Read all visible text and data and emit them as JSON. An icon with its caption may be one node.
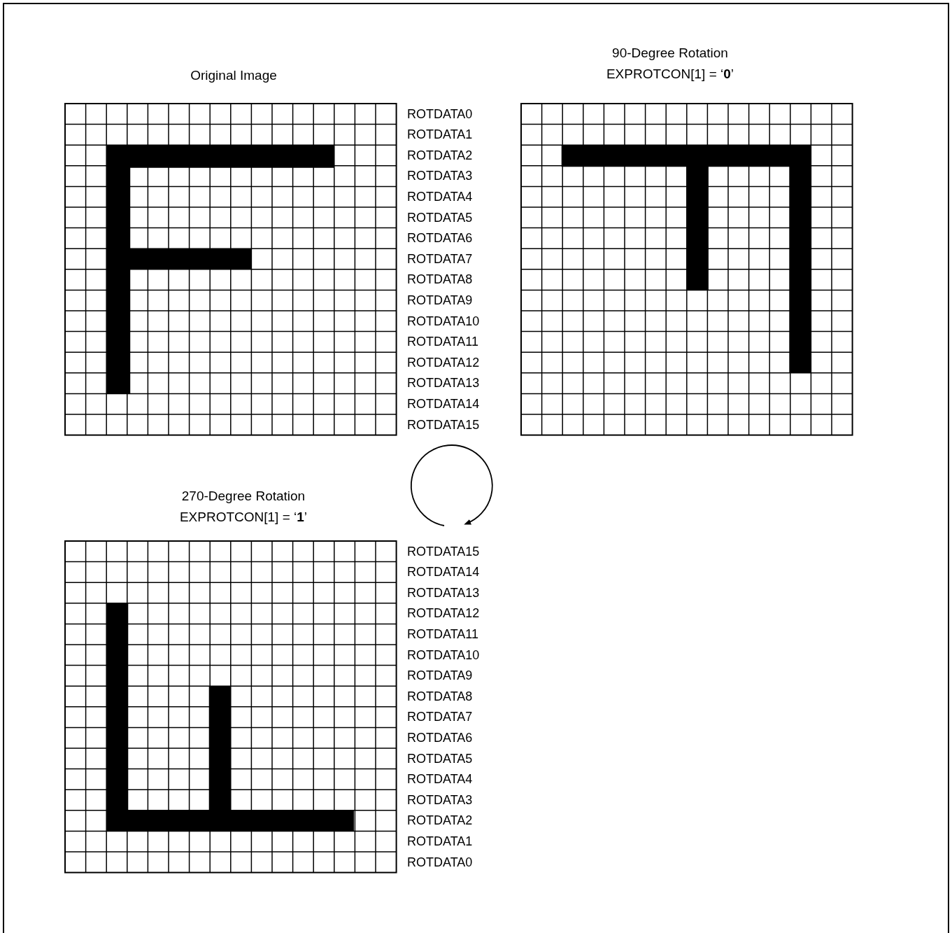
{
  "diagram": {
    "nodes": [
      {
        "text": [
          "Original Image"
        ],
        "beside": [
          "ROTDATA0",
          "ROTDATA1",
          "ROTDATA2",
          "ROTDATA3",
          "ROTDATA4",
          "ROTDATA5",
          "ROTDATA6",
          "ROTDATA7",
          "ROTDATA8",
          "ROTDATA9",
          "ROTDATA10",
          "ROTDATA11",
          "ROTDATA12",
          "ROTDATA13",
          "ROTDATA14",
          "ROTDATA15"
        ]
      },
      {
        "text": [
          "90-Degree Rotation",
          "EXPROTCON[1] = ‘**0**’"
        ]
      },
      {
        "text": [
          "270-Degree Rotation",
          "EXPROTCON[1] = ‘**1**’"
        ],
        "beside": [
          "ROTDATA15",
          "ROTDATA14",
          "ROTDATA13",
          "ROTDATA12",
          "ROTDATA11",
          "ROTDATA10",
          "ROTDATA9",
          "ROTDATA8",
          "ROTDATA7",
          "ROTDATA6",
          "ROTDATA5",
          "ROTDATA4",
          "ROTDATA3",
          "ROTDATA2",
          "ROTDATA1",
          "ROTDATA0"
        ]
      }
    ]
  }
}
